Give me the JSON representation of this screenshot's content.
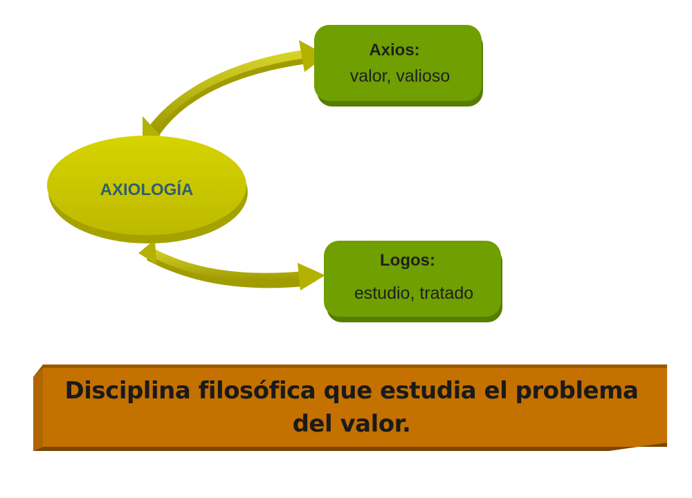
{
  "center": {
    "label": "AXIOLOGÍA"
  },
  "nodes": [
    {
      "title": "Axios:",
      "subtitle": "valor, valioso"
    },
    {
      "title": "Logos:",
      "subtitle": "estudio, tratado"
    }
  ],
  "definition": {
    "text": "Disciplina filosófica que estudia el problema del valor."
  },
  "colors": {
    "ellipse": "#c8c800",
    "box": "#6f9f00",
    "arrow": "#c3c000",
    "banner": "#c47100",
    "center_text": "#2f5f6f"
  }
}
